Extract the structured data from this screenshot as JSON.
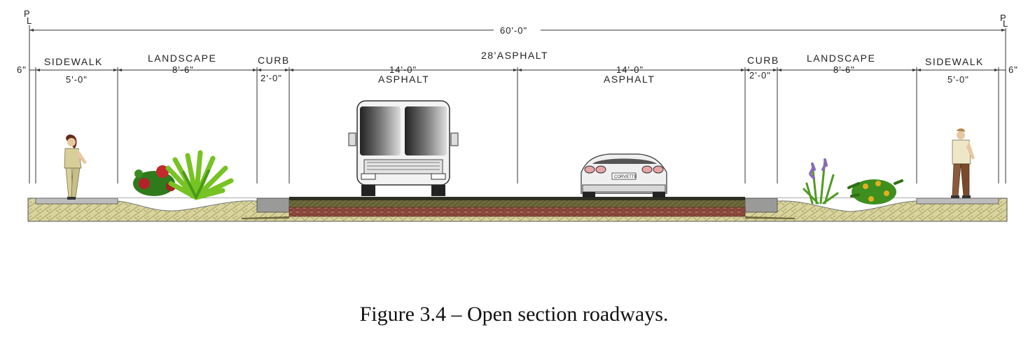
{
  "diagram": {
    "property_line_left": "P",
    "property_line_left_sub": "L",
    "property_line_right": "P",
    "property_line_right_sub": "L",
    "overall_width": "60'-0\"",
    "total_asphalt": "28'ASPHALT",
    "zones": {
      "left_edge": "6\"",
      "left_sidewalk": {
        "name": "SIDEWALK",
        "width": "5'-0\""
      },
      "left_landscape": {
        "name": "LANDSCAPE",
        "width": "8'-6\""
      },
      "left_curb": {
        "name": "CURB",
        "width": "2'-0\""
      },
      "left_lane": {
        "name": "ASPHALT",
        "width": "14'-0\""
      },
      "right_lane": {
        "name": "ASPHALT",
        "width": "14'-0\""
      },
      "right_curb": {
        "name": "CURB",
        "width": "2'-0\""
      },
      "right_landscape": {
        "name": "LANDSCAPE",
        "width": "8'-6\""
      },
      "right_sidewalk": {
        "name": "SIDEWALK",
        "width": "5'-0\""
      },
      "right_edge": "6\""
    },
    "bus_plate": "",
    "car_plate": "CORVETTE"
  },
  "caption": "Figure 3.4 – Open section roadways.",
  "colors": {
    "soil": "#d8d39a",
    "asphalt_top": "#3a3a2a",
    "pavers": "#8a4a3c",
    "curb": "#9a9a98",
    "sidewalk": "#bdbdbd",
    "foliage": "#3f8f1e"
  }
}
